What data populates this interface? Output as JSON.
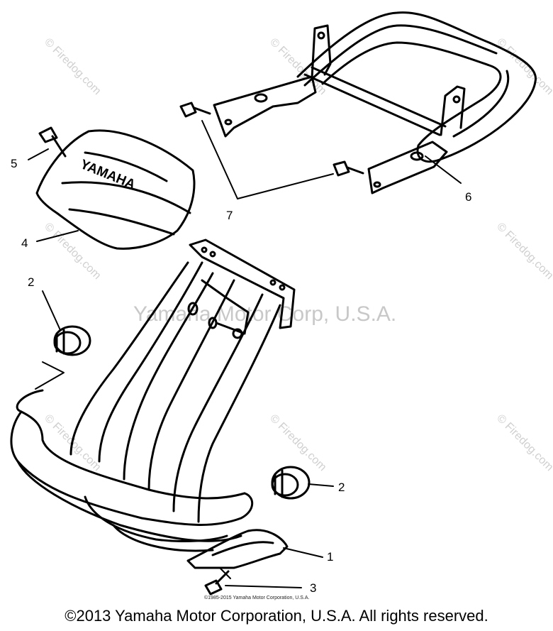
{
  "watermark": {
    "site": "© Firedog.com",
    "owner": "Yamaha Motor Corp, U.S.A."
  },
  "brand_text": "YAMAHA",
  "callouts": [
    "1",
    "2",
    "2",
    "3",
    "4",
    "5",
    "6",
    "7"
  ],
  "fine_print": "©1985-2015 Yamaha Motor Corporation, U.S.A.",
  "copyright": "©2013 Yamaha Motor Corporation, U.S.A. All rights reserved."
}
